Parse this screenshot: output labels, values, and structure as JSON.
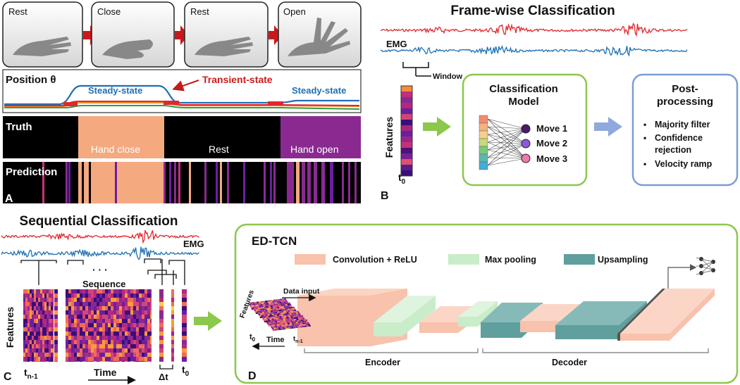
{
  "panelA": {
    "hand_labels": [
      "Rest",
      "Close",
      "Rest",
      "Open"
    ],
    "position_title": "Position θ",
    "transient_label": "Transient-state",
    "steady_label_left": "Steady-state",
    "steady_label_right": "Steady-state",
    "truth_label": "Truth",
    "truth_segments": [
      "Hand close",
      "Rest",
      "Hand open"
    ],
    "prediction_label": "Prediction",
    "panel_letter": "A",
    "colors": {
      "hand_close": "#f5a97f",
      "hand_open": "#8a2a91",
      "background": "#000000",
      "red": "#e0282e",
      "blue": "#1e6fb4",
      "green": "#2e9e3c",
      "orange": "#f28c28"
    }
  },
  "panelB": {
    "title": "Frame-wise Classification",
    "emg_label": "EMG",
    "window_label": "Window",
    "features_label": "Features",
    "t0_label": "t",
    "t0_sub": "0",
    "model_title_line1": "Classification",
    "model_title_line2": "Model",
    "moves": [
      "Move 1",
      "Move 2",
      "Move 3"
    ],
    "post_title_line1": "Post-",
    "post_title_line2": "processing",
    "post_items": [
      "Majority filter",
      "Confidence",
      "rejection",
      "Velocity ramp"
    ],
    "panel_letter": "B",
    "colors": {
      "green_box": "#8cc84b",
      "blue_box": "#7a9fd6"
    }
  },
  "panelC": {
    "title": "Sequential Classification",
    "emg_label": "EMG",
    "dots": "· · ·",
    "sequence_label": "Sequence",
    "features_label": "Features",
    "tn1_label": "t",
    "tn1_sub": "n-1",
    "time_label": "Time",
    "delta_label": "Δt",
    "t0_label": "t",
    "t0_sub": "0",
    "panel_letter": "C"
  },
  "panelD": {
    "title": "ED-TCN",
    "legend": [
      "Convolution + ReLU",
      "Max pooling",
      "Upsampling"
    ],
    "data_input_label": "Data input",
    "features_label": "Features",
    "t0_label": "t",
    "t0_sub": "0",
    "time_label": "Time",
    "tn1_label": "t",
    "tn1_sub": "n-1",
    "encoder_label": "Encoder",
    "decoder_label": "Decoder",
    "panel_letter": "D",
    "colors": {
      "conv": "#f8c2ac",
      "pool": "#c9ecc9",
      "up": "#5f9f9d",
      "border": "#8cc84b"
    }
  }
}
